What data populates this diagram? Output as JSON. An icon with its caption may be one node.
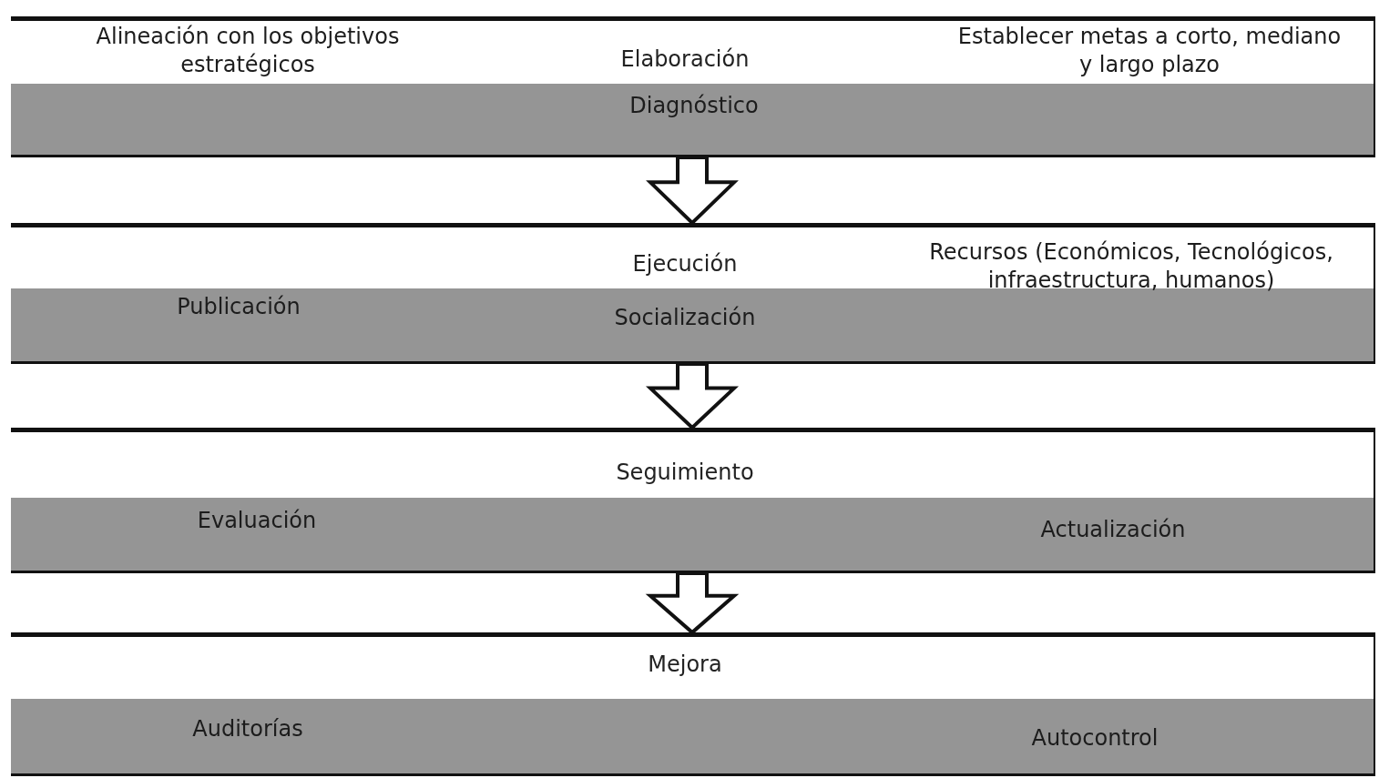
{
  "diagram": {
    "nodes": [
      {
        "text": [
          "Elaboración"
        ]
      },
      {
        "text": [
          "Alineación con los objetivos estratégicos"
        ],
        "in": 0
      },
      {
        "text": [
          "Diagnóstico"
        ],
        "in": 0
      },
      {
        "text": [
          "Establecer metas a corto, mediano y largo plazo"
        ],
        "in": 0
      },
      {
        "text": [
          "Ejecución"
        ]
      },
      {
        "text": [
          "Publicación"
        ],
        "in": 4
      },
      {
        "text": [
          "Socialización"
        ],
        "in": 4
      },
      {
        "text": [
          "Recursos (Económicos, Tecnológicos, infraestructura, humanos)"
        ],
        "in": 4
      },
      {
        "text": [
          "Seguimiento"
        ]
      },
      {
        "text": [
          "Evaluación"
        ],
        "in": 8
      },
      {
        "text": [
          "Actualización"
        ],
        "in": 8
      },
      {
        "text": [
          "Mejora"
        ]
      },
      {
        "text": [
          "Auditorías"
        ],
        "in": 11
      },
      {
        "text": [
          "Autocontrol"
        ],
        "in": 11
      }
    ],
    "edges": [
      {
        "from": 0,
        "to": 4,
        "arrow": "to"
      },
      {
        "from": 4,
        "to": 8,
        "arrow": "to"
      },
      {
        "from": 8,
        "to": 11,
        "arrow": "to"
      }
    ]
  }
}
